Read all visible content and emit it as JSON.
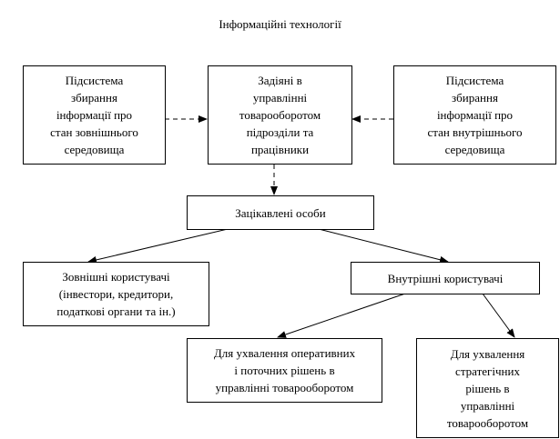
{
  "title": "Інформаційні технології",
  "boxes": {
    "external_subsystem": "Підсистема\nзбирання\nінформації про\nстан зовнішнього\nсередовища",
    "involved_units": "Задіяні в\nуправлінні\nтоварооборотом\nпідрозділи та\nпрацівники",
    "internal_subsystem": "Підсистема\nзбирання\nінформації про\nстан внутрішнього\nсередовища",
    "stakeholders": "Зацікавлені особи",
    "external_users": "Зовнішні користувачі\n(інвестори, кредитори,\nподаткові органи та ін.)",
    "internal_users": "Внутрішні користувачі",
    "operational_decisions": "Для ухвалення оперативних\nі поточних рішень в\nуправлінні товарооборотом",
    "strategic_decisions": "Для ухвалення\nстратегічних\nрішень в\nуправлінні\nтоварооборотом"
  }
}
